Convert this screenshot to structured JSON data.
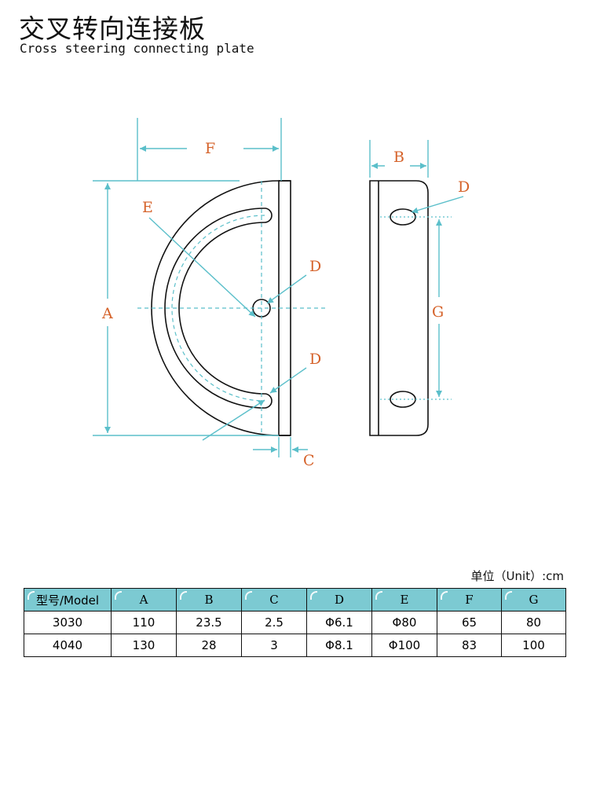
{
  "title": {
    "cn": "交叉转向连接板",
    "en": "Cross steering connecting plate"
  },
  "diagram": {
    "labels": {
      "F": "F",
      "E": "E",
      "A": "A",
      "D_center": "D",
      "D_lower": "D",
      "C": "C",
      "B": "B",
      "D_side": "D",
      "G": "G"
    },
    "colors": {
      "outline": "#111111",
      "dimension": "#5bbfca",
      "label": "#d5622a"
    }
  },
  "table": {
    "unit": "单位（Unit）:cm",
    "headers": [
      "型号/Model",
      "A",
      "B",
      "C",
      "D",
      "E",
      "F",
      "G"
    ],
    "rows": [
      [
        "3030",
        "110",
        "23.5",
        "2.5",
        "Φ6.1",
        "Φ80",
        "65",
        "80"
      ],
      [
        "4040",
        "130",
        "28",
        "3",
        "Φ8.1",
        "Φ100",
        "83",
        "100"
      ]
    ],
    "header_color": "#7ccad2"
  }
}
